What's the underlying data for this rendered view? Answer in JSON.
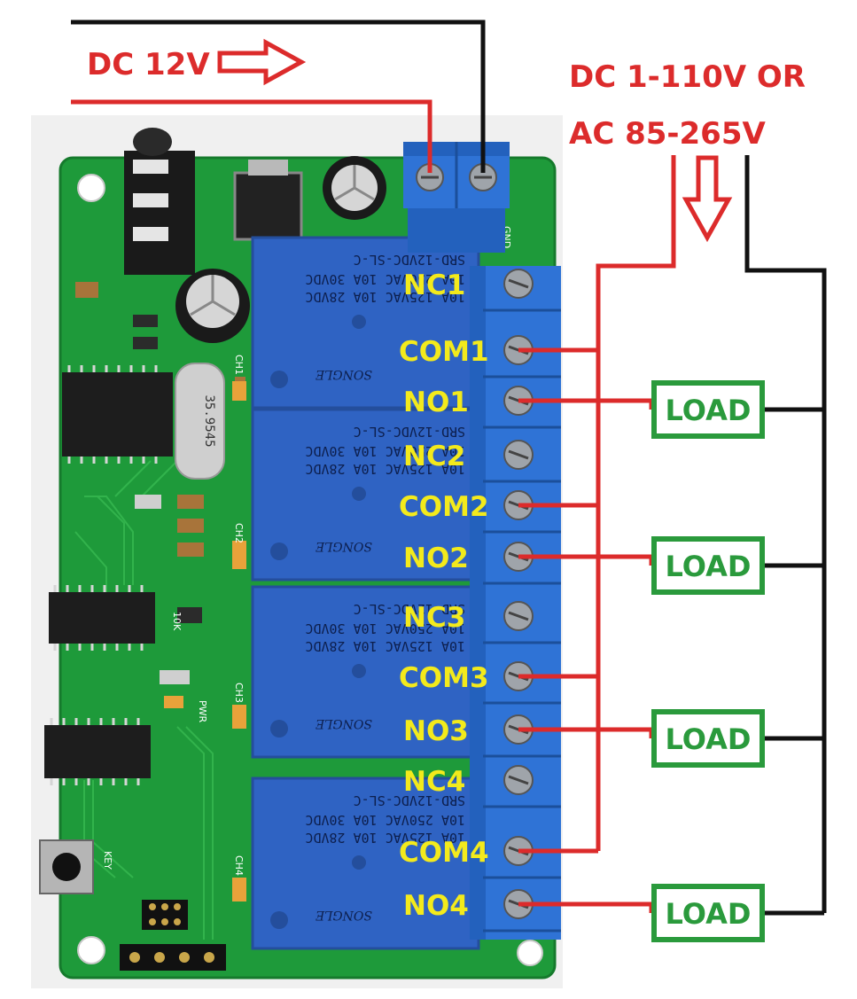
{
  "labels": {
    "supply_in": "DC 12V",
    "load_supply_line1": "DC 1-110V OR",
    "load_supply_line2": "AC 85-265V"
  },
  "channels": [
    {
      "nc": "NC1",
      "com": "COM1",
      "no": "NO1",
      "load": "LOAD",
      "led": "CH1"
    },
    {
      "nc": "NC2",
      "com": "COM2",
      "no": "NO2",
      "load": "LOAD",
      "led": "CH2"
    },
    {
      "nc": "NC3",
      "com": "COM3",
      "no": "NO3",
      "load": "LOAD",
      "led": "CH3"
    },
    {
      "nc": "NC4",
      "com": "COM4",
      "no": "NO4",
      "load": "LOAD",
      "led": "CH4"
    }
  ],
  "relay": {
    "model": "SRD-12VDC-SL-C",
    "rating1": "10A 250VAC 10A 30VDC",
    "rating2": "10A 125VAC 10A 28VDC",
    "brand": "SONGLE"
  },
  "board": {
    "crystal": "35.9545",
    "key_label": "KEY",
    "pwr_label": "PWR",
    "res_label": "10K",
    "gnd_label": "GND"
  },
  "colors": {
    "wire_positive": "#dc2b2b",
    "wire_negative": "#111111",
    "pin_label": "#f3ea1c",
    "load_box": "#2a9a3c",
    "pcb": "#1e9a3a",
    "relay": "#2f63c3",
    "terminal": "#2f73d6"
  }
}
